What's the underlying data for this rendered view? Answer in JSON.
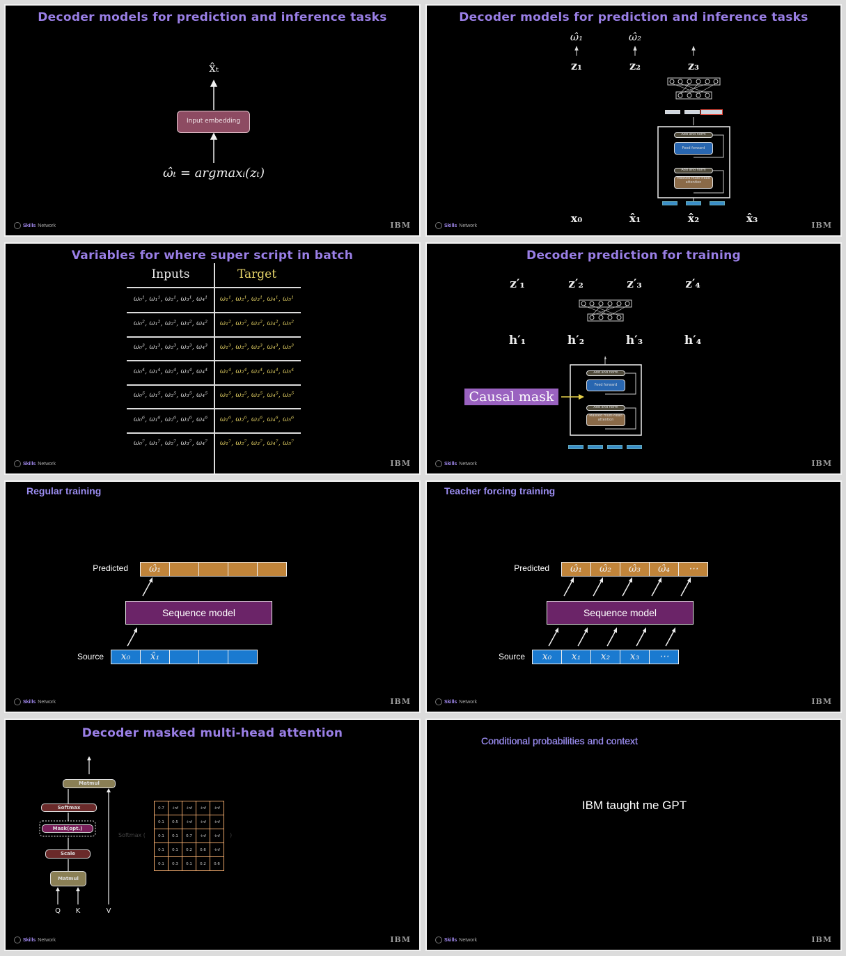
{
  "footer": {
    "brand_bold": "Skills",
    "brand_rest": "Network",
    "ibm": "IBM"
  },
  "s1": {
    "title": "Decoder models for prediction and inference tasks",
    "output": "x̂ₜ",
    "box": "Input embedding",
    "formula": "ω̂ₜ = argmaxᵢ(zₜ)"
  },
  "s2": {
    "title": "Decoder models for prediction and inference tasks",
    "omegas": [
      "ω̂₁",
      "ω̂₂"
    ],
    "zs": [
      "z₁",
      "z₂",
      "z₃"
    ],
    "xs": [
      "x₀",
      "x̂₁",
      "x̂₂",
      "x̂₃"
    ],
    "add_norm": "Add and norm",
    "feed_forward": "Feed forward",
    "masked": "Masked multi-head attention"
  },
  "s3": {
    "title": "Variables for where super script in batch",
    "col_inputs": "Inputs",
    "col_target": "Target",
    "rows": [
      [
        "ω₀¹, ω₁¹, ω₂¹, ω₃¹, ω₄¹",
        "ω₁¹, ω₂¹, ω₃¹, ω₄¹, ω₅¹"
      ],
      [
        "ω₀², ω₁², ω₂², ω₃², ω₄²",
        "ω₁², ω₂², ω₃², ω₄², ω₅²"
      ],
      [
        "ω₀³, ω₁³, ω₂³, ω₃³, ω₄³",
        "ω₁³, ω₂³, ω₃³, ω₄³, ω₅³"
      ],
      [
        "ω₀⁴, ω₁⁴, ω₂⁴, ω₃⁴, ω₄⁴",
        "ω₁⁴, ω₂⁴, ω₃⁴, ω₄⁴, ω₅⁴"
      ],
      [
        "ω₀⁵, ω₁⁵, ω₂⁵, ω₃⁵, ω₄⁵",
        "ω₁⁵, ω₂⁵, ω₃⁵, ω₄⁵, ω₅⁵"
      ],
      [
        "ω₀⁶, ω₁⁶, ω₂⁶, ω₃⁶, ω₄⁶",
        "ω₁⁶, ω₂⁶, ω₃⁶, ω₄⁶, ω₅⁶"
      ],
      [
        "ω₀⁷, ω₁⁷, ω₂⁷, ω₃⁷, ω₄⁷",
        "ω₁⁷, ω₂⁷, ω₃⁷, ω₄⁷, ω₅⁷"
      ]
    ]
  },
  "s4": {
    "title": "Decoder prediction for training",
    "zs": [
      "z′₁",
      "z′₂",
      "z′₃",
      "z′₄"
    ],
    "hs": [
      "h′₁",
      "h′₂",
      "h′₃",
      "h′₄"
    ],
    "causal_mask": "Causal mask",
    "add_norm": "Add and norm",
    "feed_forward": "Feed forward",
    "masked": "Masked multi-head attention"
  },
  "s5": {
    "title": "Regular training",
    "predicted": "Predicted",
    "source": "Source",
    "model": "Sequence model",
    "pred_cells": [
      "ω̂₁",
      "",
      "",
      "",
      ""
    ],
    "src_cells": [
      "x₀",
      "x̂₁",
      "",
      "",
      ""
    ]
  },
  "s6": {
    "title": "Teacher forcing training",
    "predicted": "Predicted",
    "source": "Source",
    "model": "Sequence model",
    "pred_cells": [
      "ω̂₁",
      "ω̂₂",
      "ω̂₃",
      "ω̂₄",
      "⋯"
    ],
    "src_cells": [
      "x₀",
      "x₁",
      "x₂",
      "x₃",
      "⋯"
    ]
  },
  "s7": {
    "title": "Decoder masked multi-head attention",
    "matmul_top": "Matmul",
    "softmax": "Softmax",
    "mask": "Mask(opt.)",
    "scale": "Scale",
    "matmul_bottom": "Matmul",
    "q": "Q",
    "k": "K",
    "v": "V",
    "softmax_open": "Softmax (",
    "softmax_close": ")",
    "matrix": [
      [
        "0.7",
        "-inf",
        "-inf",
        "-inf",
        "-inf"
      ],
      [
        "0.1",
        "0.5",
        "-inf",
        "-inf",
        "-inf"
      ],
      [
        "0.1",
        "0.1",
        "0.7",
        "-inf",
        "-inf"
      ],
      [
        "0.1",
        "0.1",
        "0.2",
        "0.6",
        "-inf"
      ],
      [
        "0.1",
        "0.3",
        "0.1",
        "0.2",
        "0.6"
      ]
    ]
  },
  "s8": {
    "title": "Conditional probabilities and context",
    "text": "IBM taught me GPT"
  }
}
